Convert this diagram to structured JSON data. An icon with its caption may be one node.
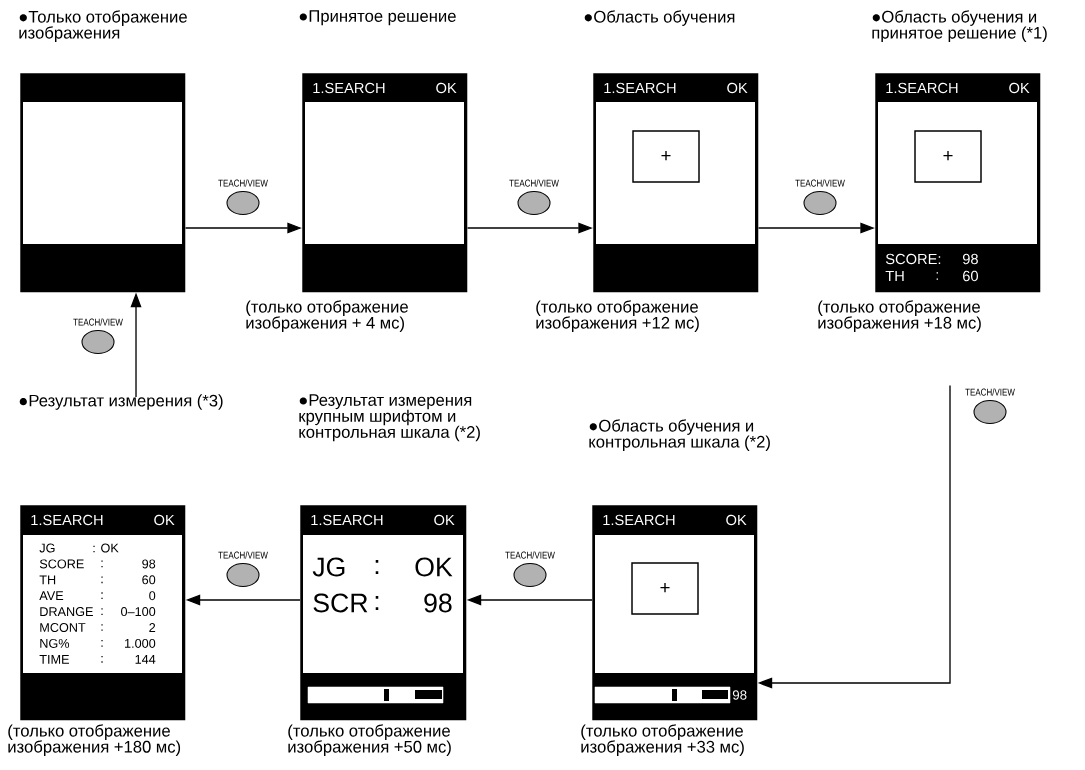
{
  "diagram": {
    "nodes": [
      {
        "text": [
          "●Только отображение изображения"
        ]
      },
      {
        "text": [
          "●Принятое решение",
          "1.SEARCH",
          "OK"
        ],
        "beside": [
          "(только отображение изображения + 4 мс)"
        ]
      },
      {
        "text": [
          "●Область обучения",
          "1.SEARCH",
          "OK"
        ],
        "beside": [
          "(только отображение изображения +12 мс)"
        ]
      },
      {
        "text": [
          "+"
        ],
        "in": 2
      },
      {
        "text": [
          "●Область обучения и принятое решение (*1)",
          "1.SEARCH",
          "OK",
          "SCORE:",
          "98",
          "TH",
          ":",
          "60"
        ],
        "beside": [
          "(только отображение изображения +18 мс)"
        ]
      },
      {
        "text": [
          "+"
        ],
        "in": 4
      },
      {
        "text": [
          "●Результат измерения (*3)",
          "1.SEARCH",
          "OK",
          "JG",
          ": OK",
          "SCORE",
          ":",
          "98",
          "TH",
          ":",
          "60",
          "AVE",
          ":",
          "0",
          "DRANGE",
          ":",
          "0–100",
          "MCONT",
          ":",
          "2",
          "NG%",
          ":",
          "1.000",
          "TIME",
          ":",
          "144"
        ],
        "beside": [
          "(только отображение изображения +180 мс)"
        ]
      },
      {
        "text": [
          "●Результат измерения крупным шрифтом и контрольная шкала (*2)",
          "1.SEARCH",
          "OK",
          "JG",
          ":",
          "OK",
          "SCR",
          ":",
          "98"
        ],
        "beside": [
          "(только отображение изображения +50 мс)"
        ]
      },
      {
        "text": [
          "●Область обучения и контрольная шкала (*2)",
          "1.SEARCH",
          "OK",
          "98"
        ],
        "beside": [
          "(только отображение изображения +33 мс)"
        ]
      },
      {
        "text": [
          "+"
        ],
        "in": 8
      }
    ],
    "edges": [
      {
        "from": 0,
        "to": 1,
        "arrow": "to",
        "label": "TEACH/VIEW"
      },
      {
        "from": 1,
        "to": 2,
        "arrow": "to",
        "label": "TEACH/VIEW"
      },
      {
        "from": 2,
        "to": 4,
        "arrow": "to",
        "label": "TEACH/VIEW"
      },
      {
        "from": 4,
        "to": 8,
        "arrow": "to",
        "label": "TEACH/VIEW"
      },
      {
        "from": 8,
        "to": 7,
        "arrow": "to",
        "label": "TEACH/VIEW"
      },
      {
        "from": 7,
        "to": 6,
        "arrow": "to",
        "label": "TEACH/VIEW"
      },
      {
        "from": 6,
        "to": 0,
        "arrow": "to",
        "label": "TEACH/VIEW"
      }
    ]
  }
}
